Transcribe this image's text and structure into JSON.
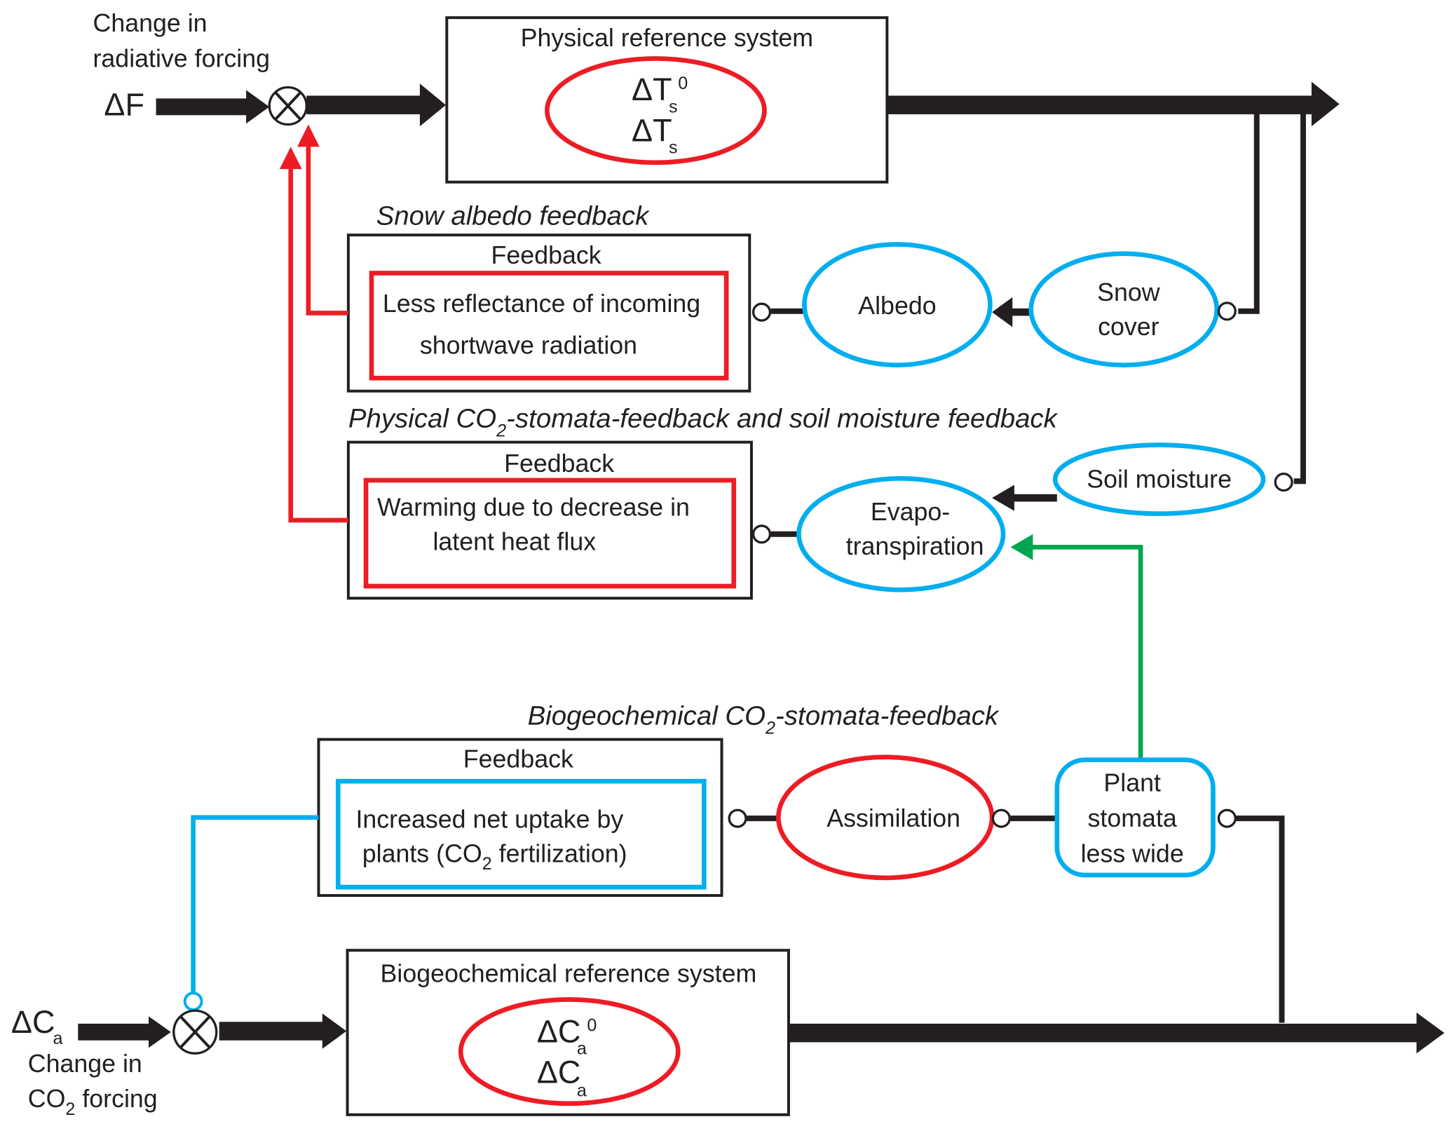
{
  "colors": {
    "line": "#231f20",
    "red": "#ed1c24",
    "blue": "#00aeef",
    "green": "#00a651"
  },
  "inputs": {
    "radiative": {
      "label_line1": "Change in",
      "label_line2": "radiative forcing",
      "symbol": "ΔF"
    },
    "co2": {
      "symbol": "ΔC",
      "symbol_sub": "a",
      "label_line1": "Change in",
      "label_line2_pre": "CO",
      "label_line2_sub": "2",
      "label_line2_post": " forcing"
    }
  },
  "physical_reference": {
    "title": "Physical reference system",
    "var1": "ΔT",
    "var1_sub": "s",
    "var1_sup": "0",
    "var2": "ΔT",
    "var2_sub": "s"
  },
  "snow_albedo": {
    "section_title": "Snow albedo feedback",
    "box_title": "Feedback",
    "text_line1": "Less reflectance of incoming",
    "text_line2": "shortwave radiation",
    "albedo": "Albedo",
    "snow_line1": "Snow",
    "snow_line2": "cover"
  },
  "physical_co2": {
    "section_title_pre": "Physical CO",
    "section_title_sub": "2",
    "section_title_post": "-stomata-feedback and soil moisture feedback",
    "box_title": "Feedback",
    "text_line1": "Warming due to decrease in",
    "text_line2": "latent heat flux",
    "evapo_line1": "Evapo-",
    "evapo_line2": "transpiration",
    "soil": "Soil moisture"
  },
  "biogeochemical_feedback": {
    "section_title_pre": "Biogeochemical CO",
    "section_title_sub": "2",
    "section_title_post": "-stomata-feedback",
    "box_title": "Feedback",
    "text_line1": "Increased net uptake by",
    "text_line2_pre": "plants (CO",
    "text_line2_sub": "2",
    "text_line2_post": " fertilization)",
    "assimilation": "Assimilation",
    "stomata_line1": "Plant",
    "stomata_line2": "stomata",
    "stomata_line3": "less wide"
  },
  "biogeochemical_reference": {
    "title": "Biogeochemical reference system",
    "var1": "ΔC",
    "var1_sub": "a",
    "var1_sup": "0",
    "var2": "ΔC",
    "var2_sub": "a"
  }
}
